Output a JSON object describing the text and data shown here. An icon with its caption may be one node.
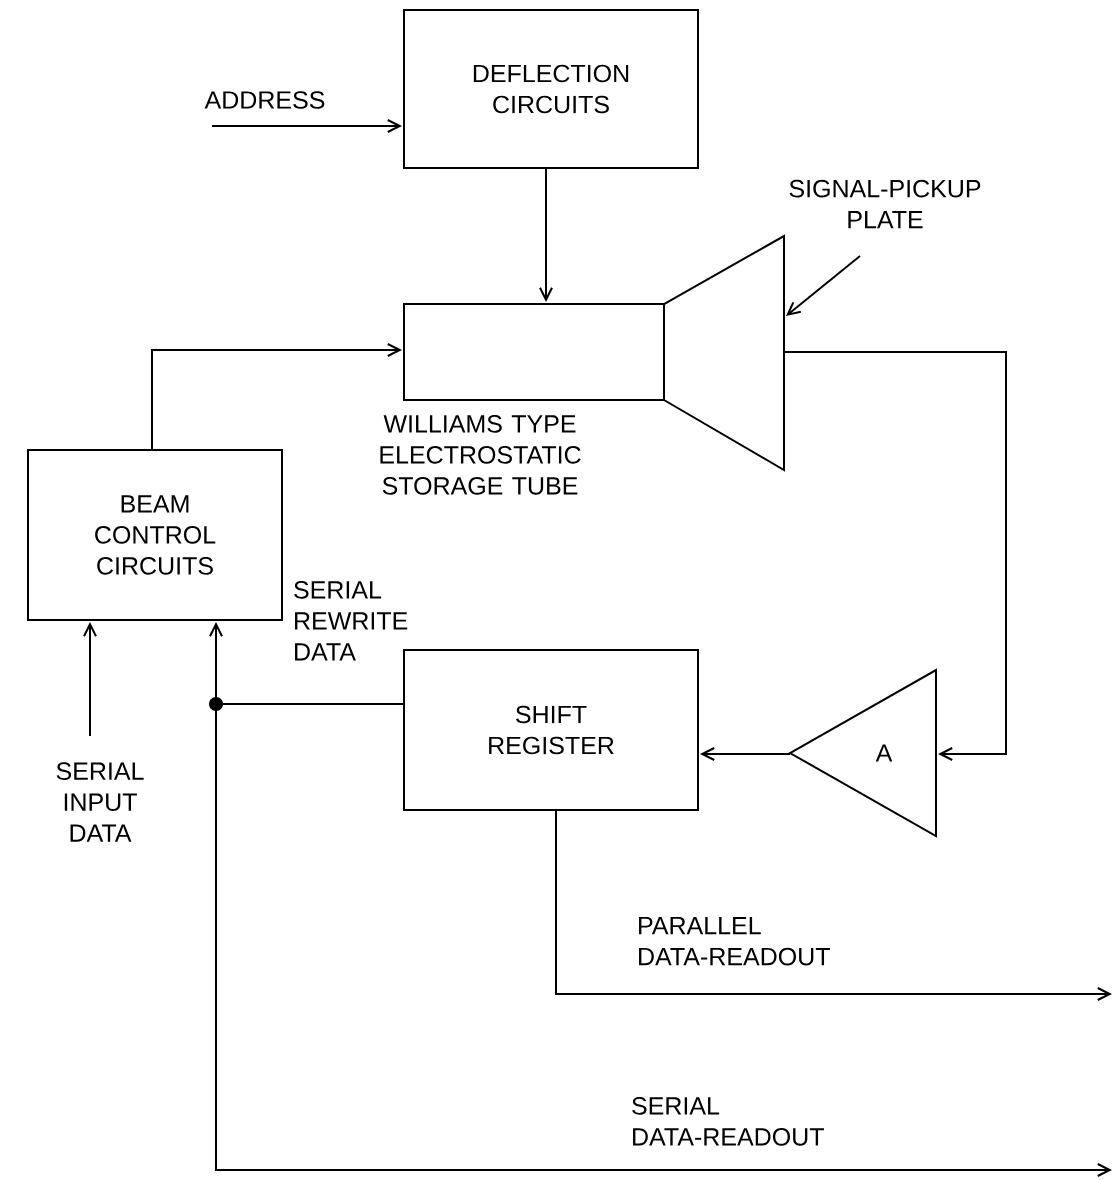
{
  "diagram": {
    "nodes": [
      {
        "text": [
          "DEFLECTION CIRCUITS"
        ]
      },
      {
        "text": [
          "WILLIAMS TYPE ELECTROSTATIC STORAGE TUBE"
        ]
      },
      {
        "text": [
          "BEAM CONTROL CIRCUITS"
        ]
      },
      {
        "text": [
          "SHIFT REGISTER"
        ]
      },
      {
        "text": [
          "A"
        ]
      },
      {
        "text": [
          "ADDRESS"
        ]
      },
      {
        "text": [
          "SIGNAL-PICKUP PLATE"
        ]
      },
      {
        "text": [
          "SERIAL INPUT DATA"
        ]
      }
    ],
    "edges": [
      {
        "from": 5,
        "to": 0,
        "arrow": "to"
      },
      {
        "from": 0,
        "to": 1,
        "arrow": "to"
      },
      {
        "from": 2,
        "to": 1,
        "arrow": "to"
      },
      {
        "from": 6,
        "to": 1,
        "arrow": "to"
      },
      {
        "from": 1,
        "to": 4,
        "arrow": "to"
      },
      {
        "from": 4,
        "to": 3,
        "arrow": "to"
      },
      {
        "from": 3,
        "to": 2,
        "arrow": "to",
        "label": "SERIAL REWRITE DATA"
      },
      {
        "from": 3,
        "to": null,
        "arrow": "to",
        "label": "PARALLEL DATA-READOUT"
      },
      {
        "from": 3,
        "to": null,
        "arrow": "to",
        "label": "SERIAL DATA-READOUT"
      },
      {
        "from": 7,
        "to": 2,
        "arrow": "to"
      }
    ]
  }
}
